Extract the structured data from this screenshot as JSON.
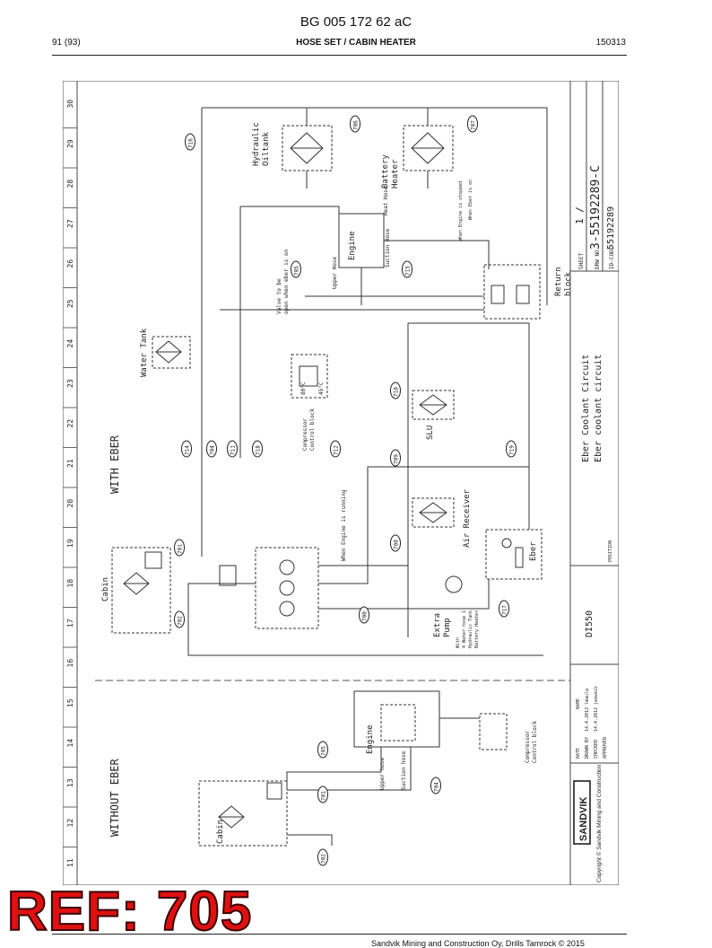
{
  "header": {
    "doc_code": "BG 005 172 62 aC",
    "page": "91 (93)",
    "title": "HOSE SET / CABIN HEATER",
    "date_code": "150313"
  },
  "stamp": {
    "ref": "REF: 705"
  },
  "footer": {
    "company": "Sandvik Mining and Construction Oy, Drills Tamrock © 2015"
  },
  "drawing": {
    "section_with": "WITH EBER",
    "section_without": "WITHOUT EBER",
    "grid_cols": [
      "11",
      "12",
      "13",
      "14",
      "15",
      "16",
      "17",
      "18",
      "19",
      "20",
      "21",
      "22",
      "23",
      "24",
      "25",
      "26",
      "27",
      "28",
      "29",
      "30"
    ],
    "labels": {
      "hydraulic_oiltank": "Hydraulic\nOiltank",
      "battery_heater": "Battery\nHeater",
      "water_tank": "Water Tank",
      "engine": "Engine",
      "upper_hose": "Upper Hose",
      "suction_hose": "Suction Hose",
      "heat_hose": "Heat Hose",
      "return_block": "Return\nblock",
      "compressor_control_block": "Compressor\nControl block",
      "slu": "SLU",
      "air_receiver": "Air Receiver",
      "eber": "Eber",
      "cabin": "Cabin",
      "extra_pump": "Extra\nPump",
      "extra_pump_note": "With\n4 Water hose 1\nHydraulic Tank\nBattery Heater",
      "when_engine_running": "When Engine is running",
      "when_engine_stopped": "When Engine is stopped",
      "when_eber_on": "When Eber is on",
      "valve_note": "Valve to be\nopen when eber is on",
      "eber_coolant_1": "Eber Coolant Circuit",
      "eber_coolant_2": "Eber coolant circuit",
      "temp_80": "80°C",
      "temp_45": "45°C",
      "cabin_2": "Cabin",
      "engine_2": "Engine",
      "upper_hose_2": "Upper hose",
      "suction_hose_2": "Suction hose",
      "compressor_cb_2": "Compressor\nControl block"
    },
    "hose_refs": [
      "701",
      "702",
      "704",
      "705",
      "706",
      "707",
      "708",
      "709",
      "710",
      "711",
      "712",
      "714",
      "715",
      "716",
      "717",
      "718",
      "719",
      "700"
    ],
    "hose_refs_without": [
      "701",
      "702",
      "704",
      "705"
    ],
    "title_block": {
      "sheet": "SHEET",
      "sheet_value": "1 /",
      "drw_no": "DRW NO",
      "drw_value": "3-55192289-C",
      "id_code": "ID-CODE",
      "id_value": "55192289",
      "model": "DI550",
      "position": "POSITION",
      "date": "DATE",
      "name": "NAME",
      "drawn": "DRAWN BY",
      "drawn_date": "14.4.2012",
      "drawn_name": "lmaula",
      "checked": "CHECKED",
      "checked_date": "14.4.2012",
      "checked_name": "jeaveik",
      "approved": "APPROVED",
      "brand": "SANDVIK",
      "copyright": "Copyright © Sandvik Mining and Construction"
    }
  }
}
